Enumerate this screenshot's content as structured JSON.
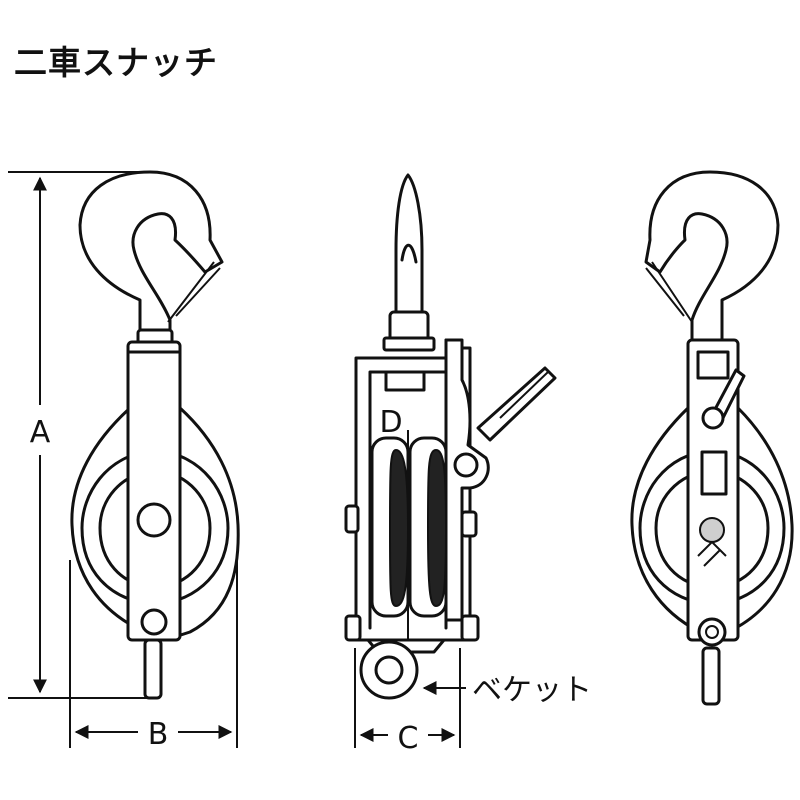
{
  "title": "二車スナッチ",
  "labels": {
    "a": "A",
    "b": "B",
    "c": "C",
    "d": "D",
    "becket": "ベケット"
  }
}
